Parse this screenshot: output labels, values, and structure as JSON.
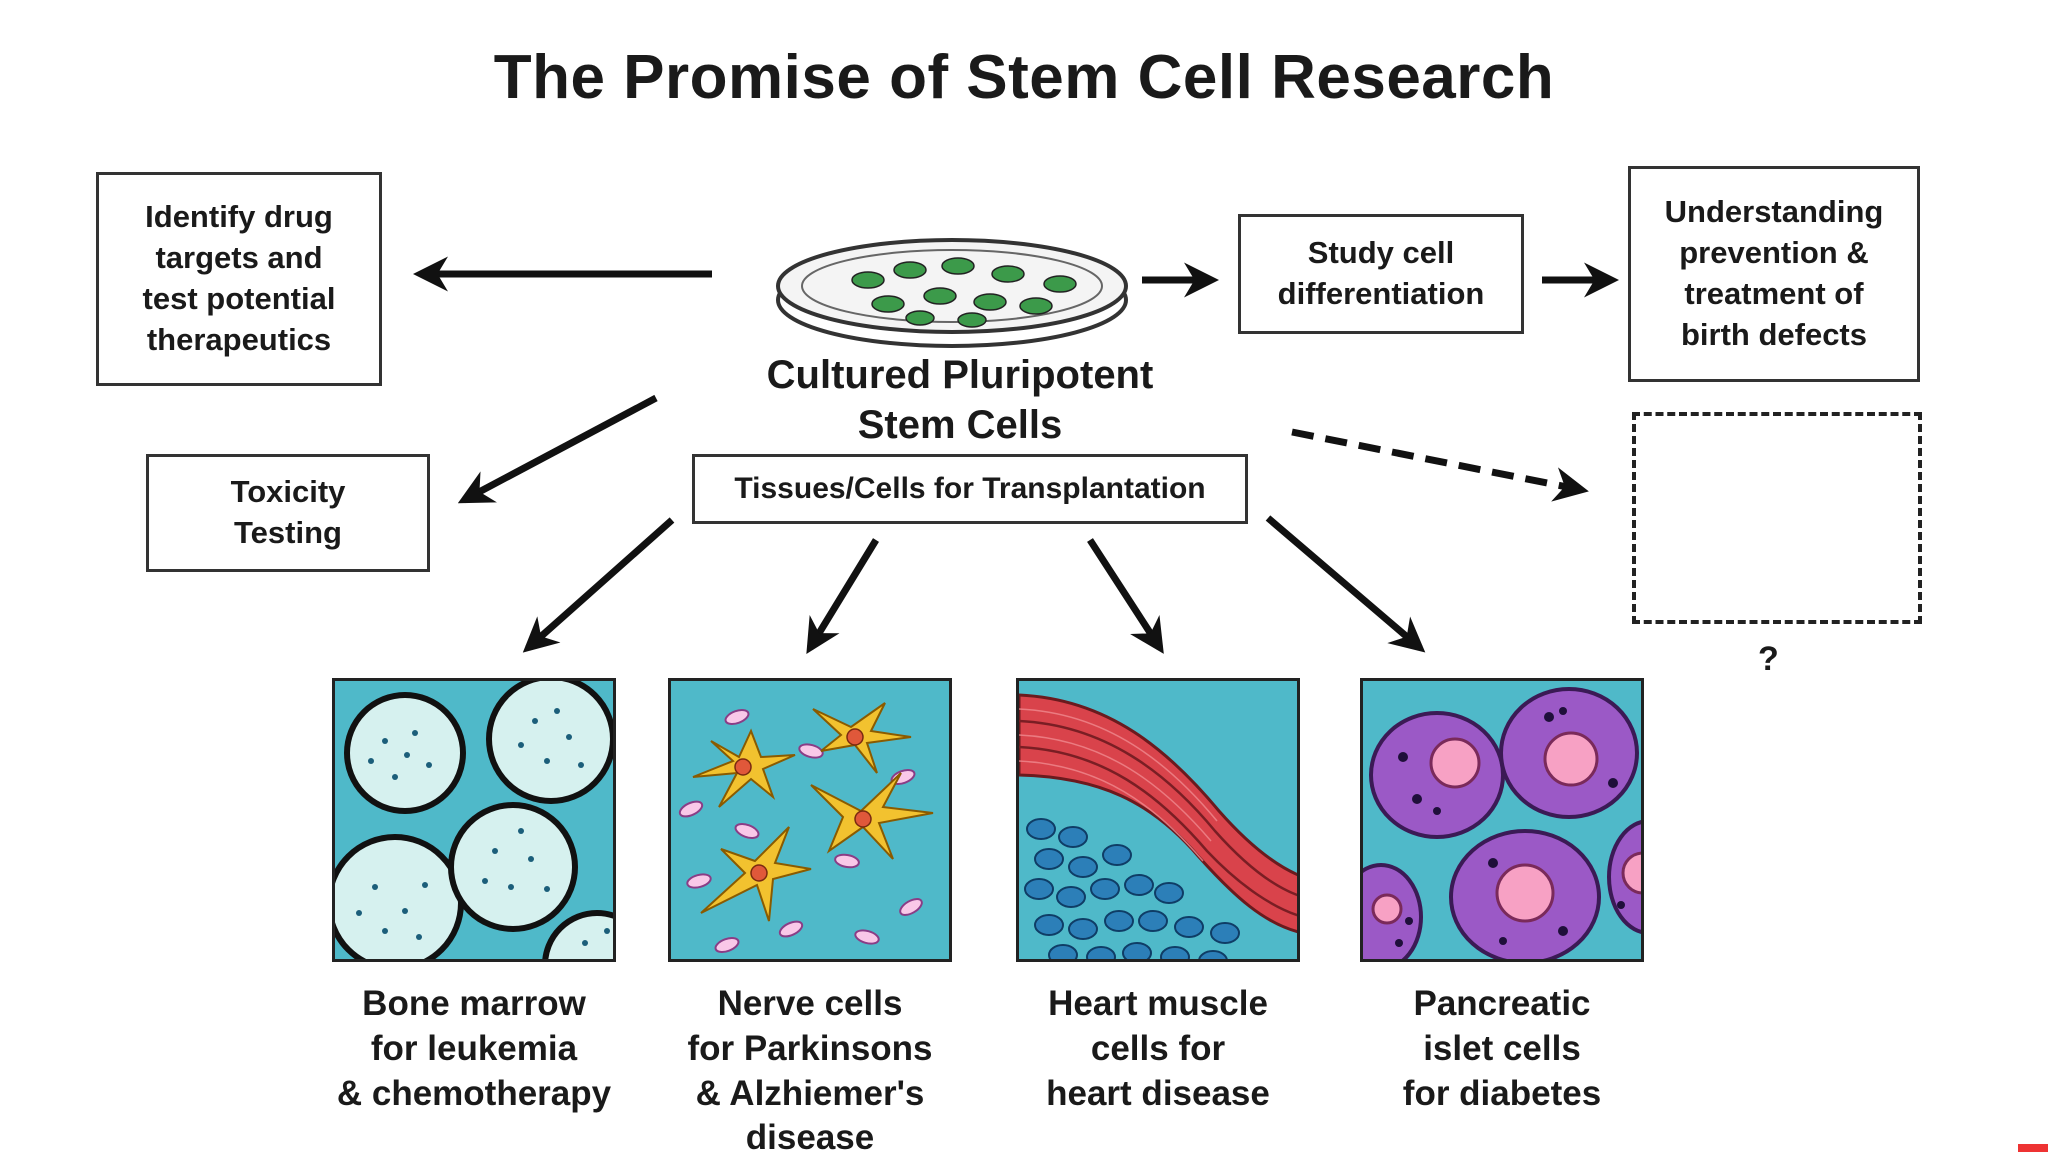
{
  "title": "The Promise of Stem Cell Research",
  "center": {
    "label": "Cultured Pluripotent\nStem Cells",
    "dish_icon": "petri-dish-icon"
  },
  "boxes": {
    "drug_targets": "Identify drug\ntargets and\ntest potential\ntherapeutics",
    "toxicity": "Toxicity\nTesting",
    "transplantation": "Tissues/Cells for Transplantation",
    "differentiation": "Study cell\ndifferentiation",
    "birth_defects": "Understanding\nprevention &\ntreatment of\nbirth defects",
    "unknown": ""
  },
  "question_mark": "?",
  "panels": [
    {
      "icon": "bone-marrow-cells-icon",
      "caption": "Bone marrow\nfor leukemia\n& chemotherapy"
    },
    {
      "icon": "nerve-cells-icon",
      "caption": "Nerve cells\nfor Parkinsons\n& Alzhiemer's\ndisease"
    },
    {
      "icon": "heart-muscle-cells-icon",
      "caption": "Heart muscle\ncells for\nheart disease"
    },
    {
      "icon": "pancreatic-islet-cells-icon",
      "caption": "Pancreatic\nislet cells\nfor diabetes"
    }
  ],
  "colors": {
    "panel_background": "#4fb9c9",
    "marrow_cell": "#d6f1ef",
    "nerve_cell": "#f2c22f",
    "muscle": "#d9434b",
    "blood_cell": "#2c7fb8",
    "islet_cell": "#9b59c6",
    "nucleus": "#f7a1c4"
  }
}
